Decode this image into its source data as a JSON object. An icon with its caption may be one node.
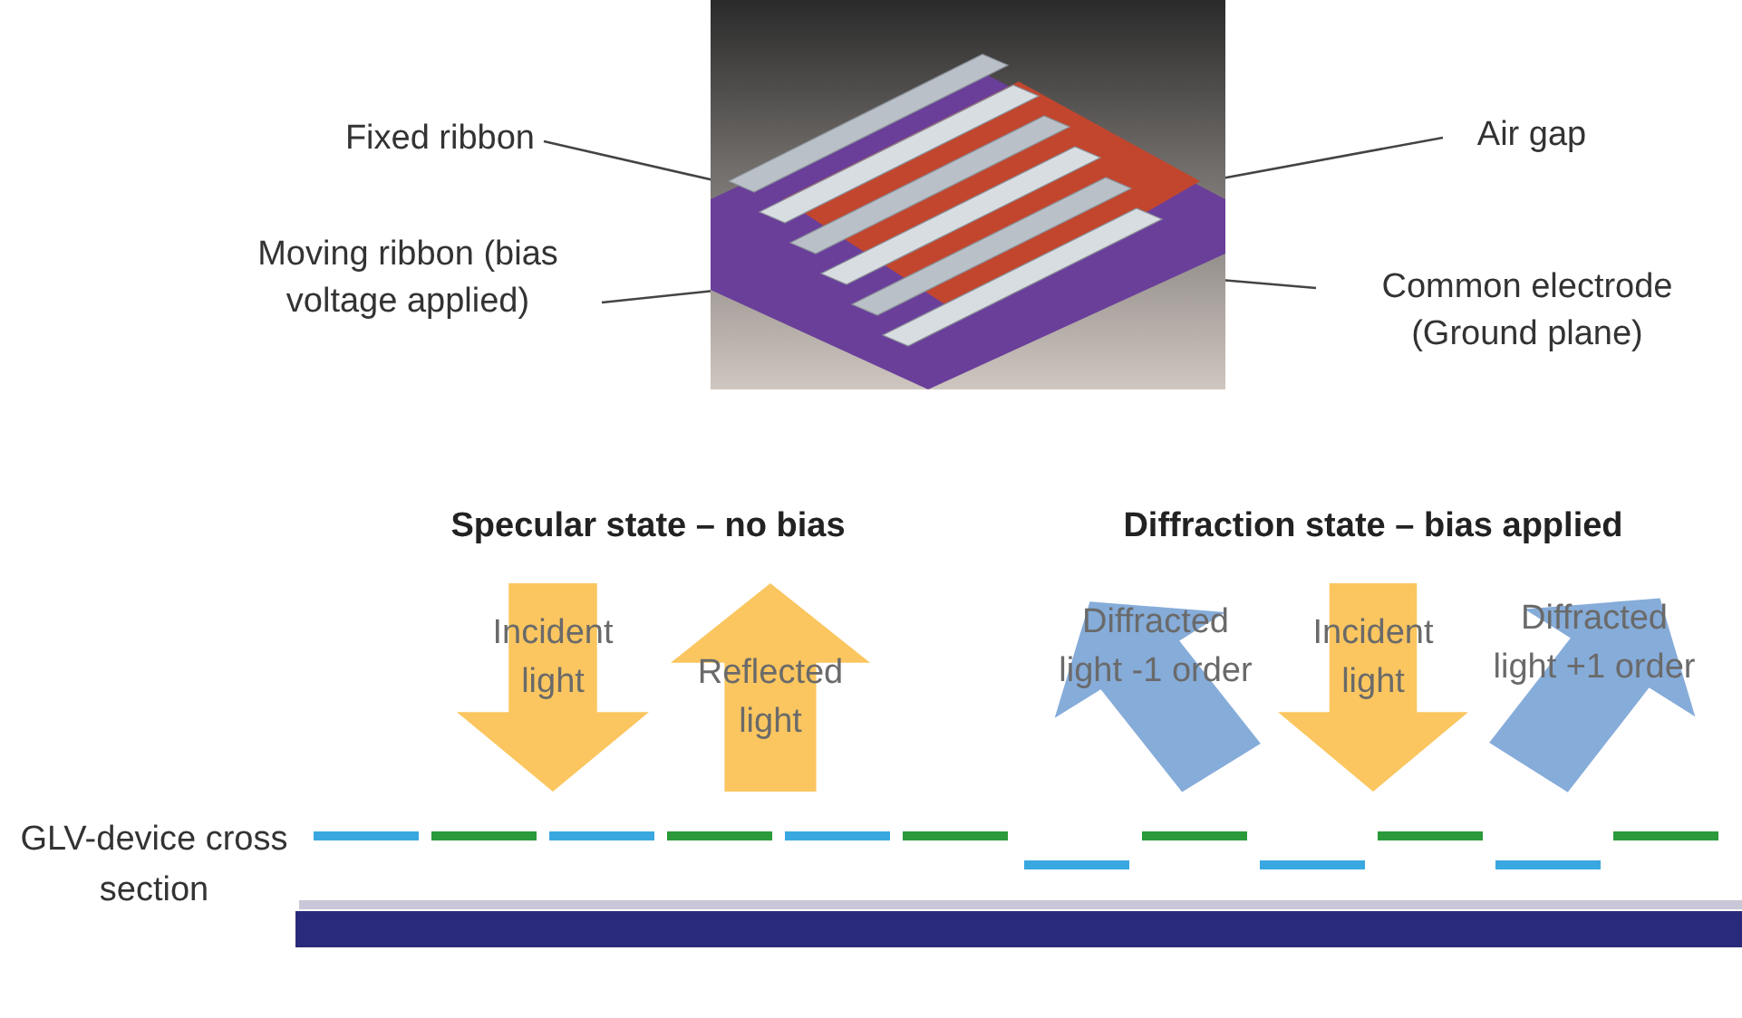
{
  "diagram": {
    "nodes": [
      {
        "text": [],
        "shape": "picture"
      },
      {
        "text": [
          "Fixed ribbon"
        ]
      },
      {
        "text": [
          "Air gap"
        ]
      },
      {
        "text": [
          "Moving ribbon (bias voltage applied)"
        ]
      },
      {
        "text": [
          "Common electrode (Ground plane)"
        ]
      },
      {
        "text": [
          "Incident light"
        ]
      },
      {
        "text": [
          "Reflected light"
        ]
      },
      {
        "text": [
          "Diffracted light -1 order"
        ]
      },
      {
        "text": [
          "Incident light"
        ]
      },
      {
        "text": [
          "Diffracted light +1 order"
        ]
      }
    ],
    "edges": [
      {
        "from": 1,
        "to": 0,
        "arrow": "none"
      },
      {
        "from": 2,
        "to": 0,
        "arrow": "none"
      },
      {
        "from": 3,
        "to": 0,
        "arrow": "none"
      },
      {
        "from": 4,
        "to": 0,
        "arrow": "none"
      }
    ],
    "labels": [
      "Specular state – no bias",
      "Diffraction state – bias applied",
      "GLV-device cross section"
    ]
  }
}
